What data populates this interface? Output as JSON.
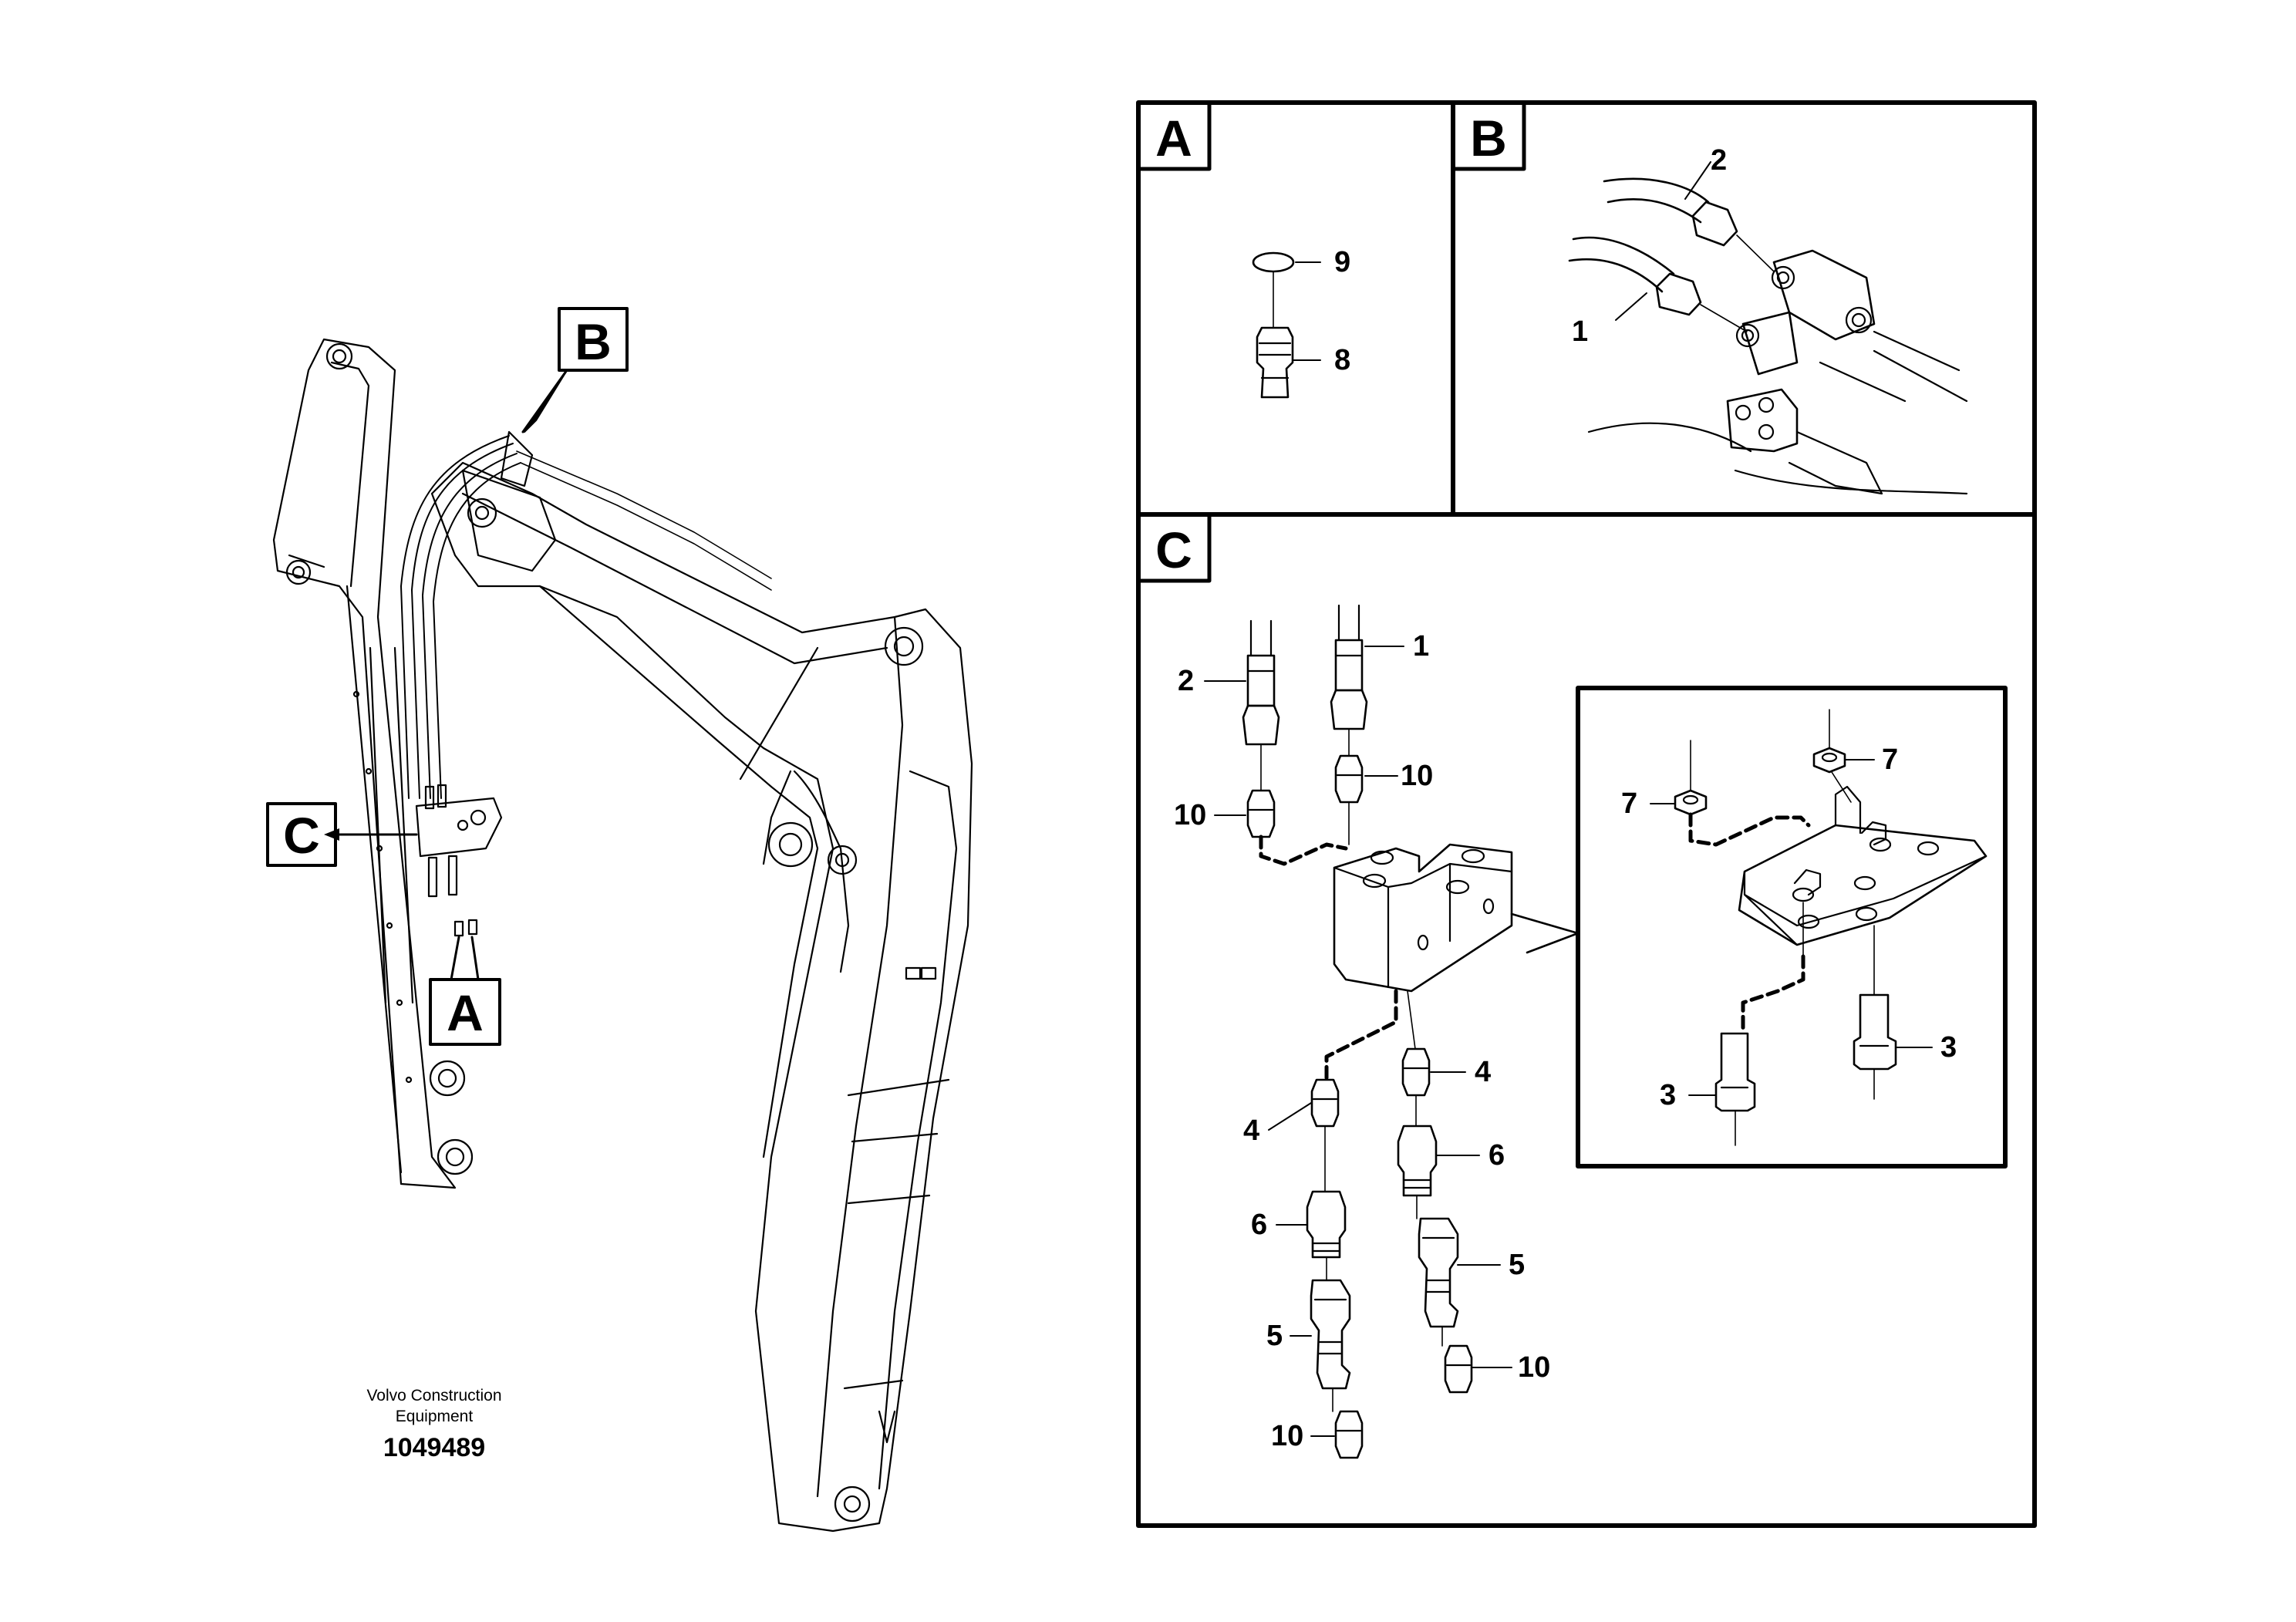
{
  "credit": {
    "line1": "Volvo Construction",
    "line2": "Equipment",
    "part_number": "1049489"
  },
  "overview": {
    "label_a": "A",
    "label_b": "B",
    "label_c": "C"
  },
  "panels": {
    "a": {
      "letter": "A",
      "callouts": [
        "9",
        "8"
      ]
    },
    "b": {
      "letter": "B",
      "callouts": [
        "2",
        "1"
      ]
    },
    "c": {
      "letter": "C",
      "callouts": [
        "1",
        "2",
        "10",
        "10",
        "4",
        "4",
        "6",
        "6",
        "5",
        "5",
        "10",
        "10"
      ],
      "detail_callouts": [
        "7",
        "7",
        "3",
        "3"
      ]
    }
  }
}
